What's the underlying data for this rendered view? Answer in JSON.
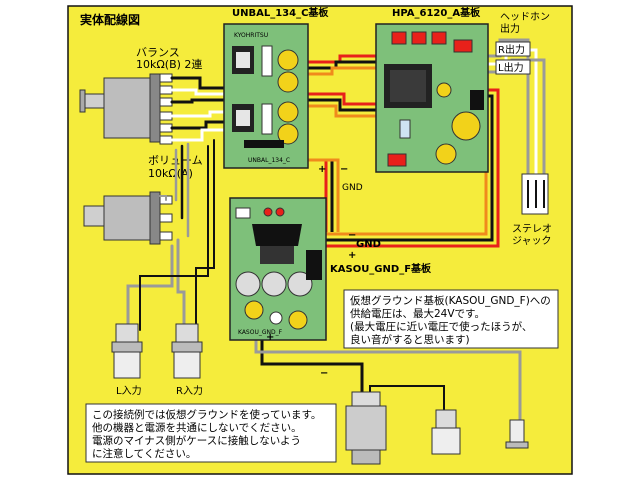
{
  "title": "実体配線図",
  "boards": {
    "unbal": "UNBAL_134_C基板",
    "hpa": "HPA_6120_A基板",
    "gnd": "KASOU_GND_F基板"
  },
  "board_silk": {
    "unbal_top": "KYOHRITSU",
    "unbal_bottom": "UNBAL_134_C",
    "gnd_silk": "KASOU_GND_F"
  },
  "pots": {
    "balance_line1": "バランス",
    "balance_line2": "10kΩ(B) 2連",
    "volume_line1": "ボリューム",
    "volume_line2": "10kΩ(A)"
  },
  "headphone": {
    "line1": "ヘッドホン",
    "line2": "出力",
    "r_out": "R出力",
    "l_out": "L出力"
  },
  "stereo_jack": {
    "line1": "ステレオ",
    "line2": "ジャック"
  },
  "inputs": {
    "l": "L入力",
    "r": "R入力"
  },
  "signs": {
    "plus_top": "+",
    "minus_top": "−",
    "gnd_top": "GND",
    "minus_mid": "−",
    "gnd_mid": "GND",
    "plus_mid": "+",
    "plus_bottom": "+",
    "minus_bottom": "−"
  },
  "info_note": {
    "line1": "仮想グラウンド基板(KASOU_GND_F)への",
    "line2": "供給電圧は、最大24Vです。",
    "line3": "(最大電圧に近い電圧で使ったほうが、",
    "line4": "良い音がすると思います)"
  },
  "warning_note": {
    "line1": "この接続例では仮想グラウンドを使っています。",
    "line2": "他の機器と電源を共通にしないでください。",
    "line3": "電源のマイナス側がケースに接触しないよう",
    "line4": "に注意してください。"
  },
  "colors": {
    "background": "#f5ec3c",
    "board": "#7ec07a",
    "wire_red": "#e8211a",
    "wire_orange": "#f08a1c",
    "wire_black": "#111111",
    "wire_white": "#ffffff",
    "wire_gray": "#9a9a9a"
  }
}
